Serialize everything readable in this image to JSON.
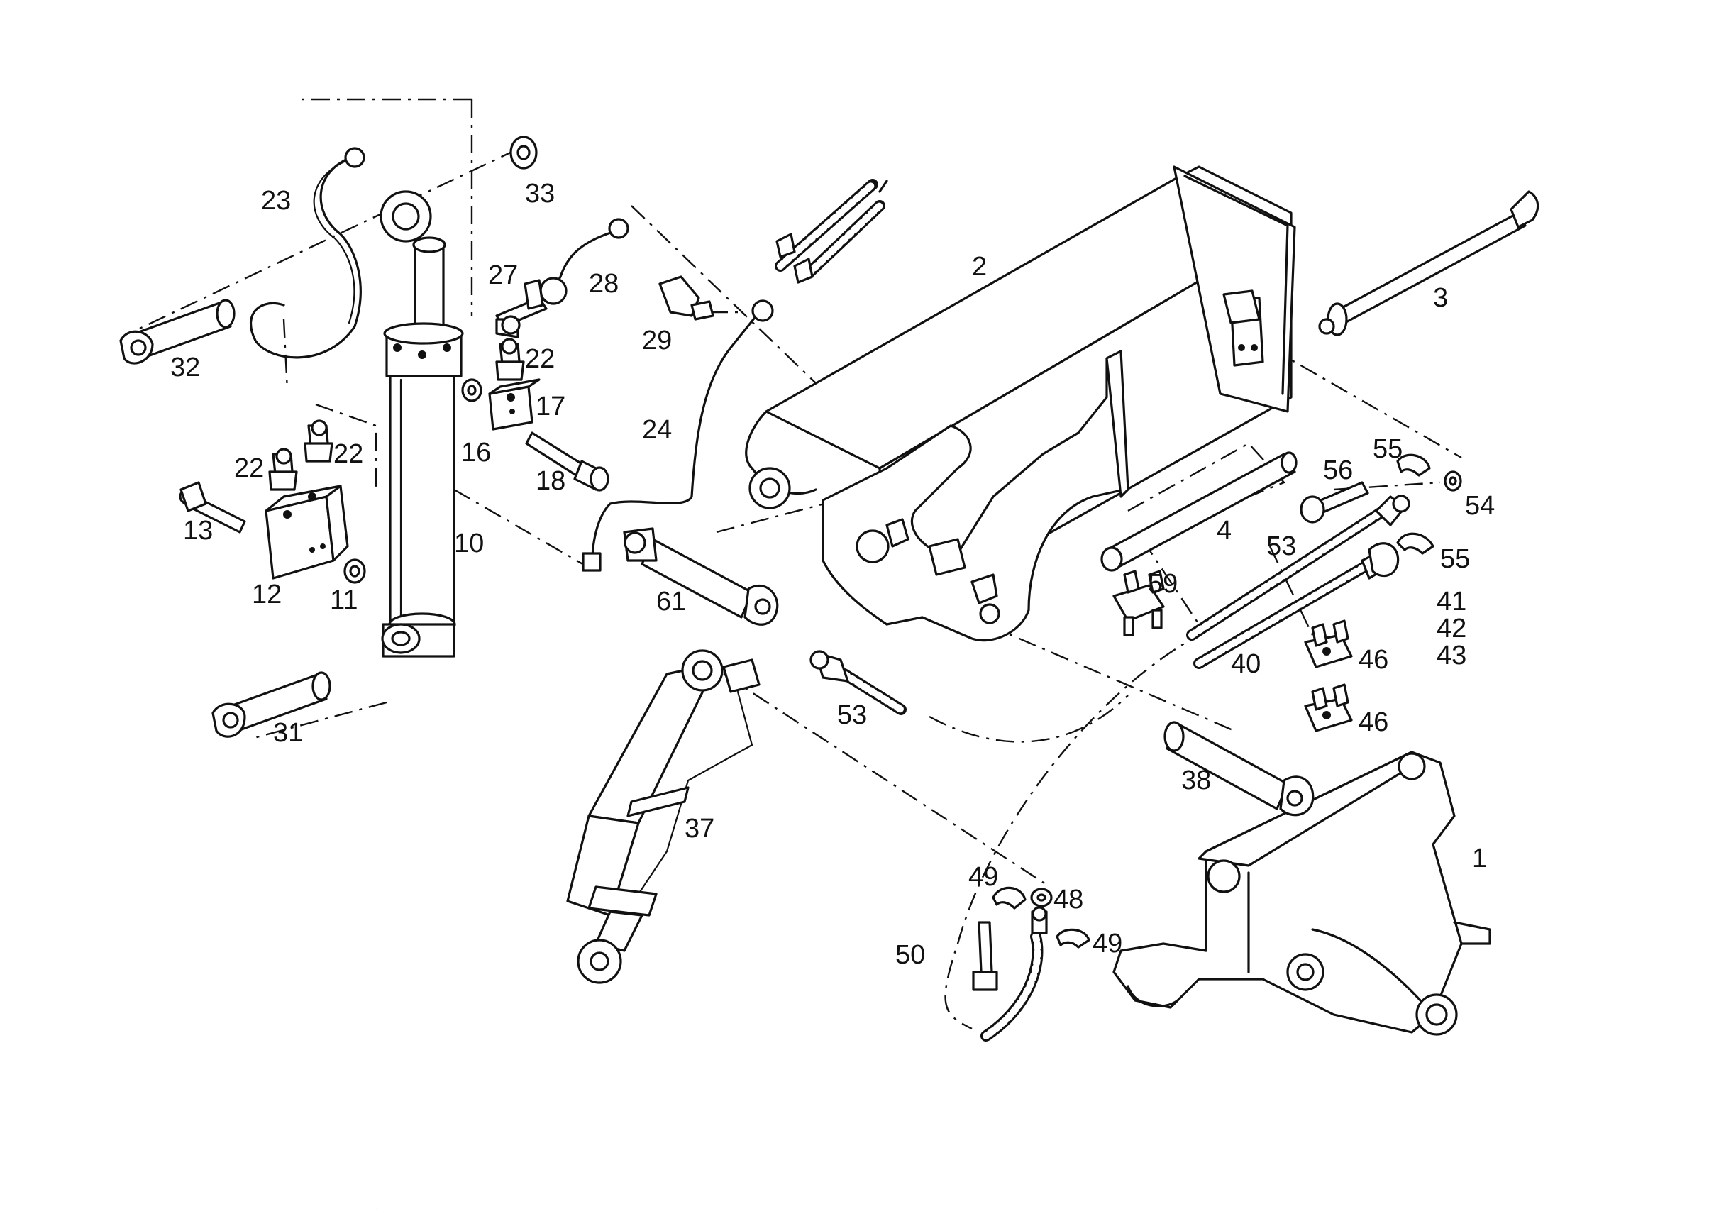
{
  "diagram": {
    "labels": [
      "1",
      "2",
      "3",
      "4",
      "10",
      "11",
      "12",
      "13",
      "16",
      "17",
      "18",
      "22",
      "22",
      "22",
      "23",
      "24",
      "27",
      "28",
      "29",
      "31",
      "32",
      "33",
      "37",
      "38",
      "40",
      "41",
      "42",
      "43",
      "46",
      "46",
      "48",
      "49",
      "49",
      "50",
      "53",
      "53",
      "54",
      "55",
      "55",
      "56",
      "59",
      "61"
    ]
  }
}
